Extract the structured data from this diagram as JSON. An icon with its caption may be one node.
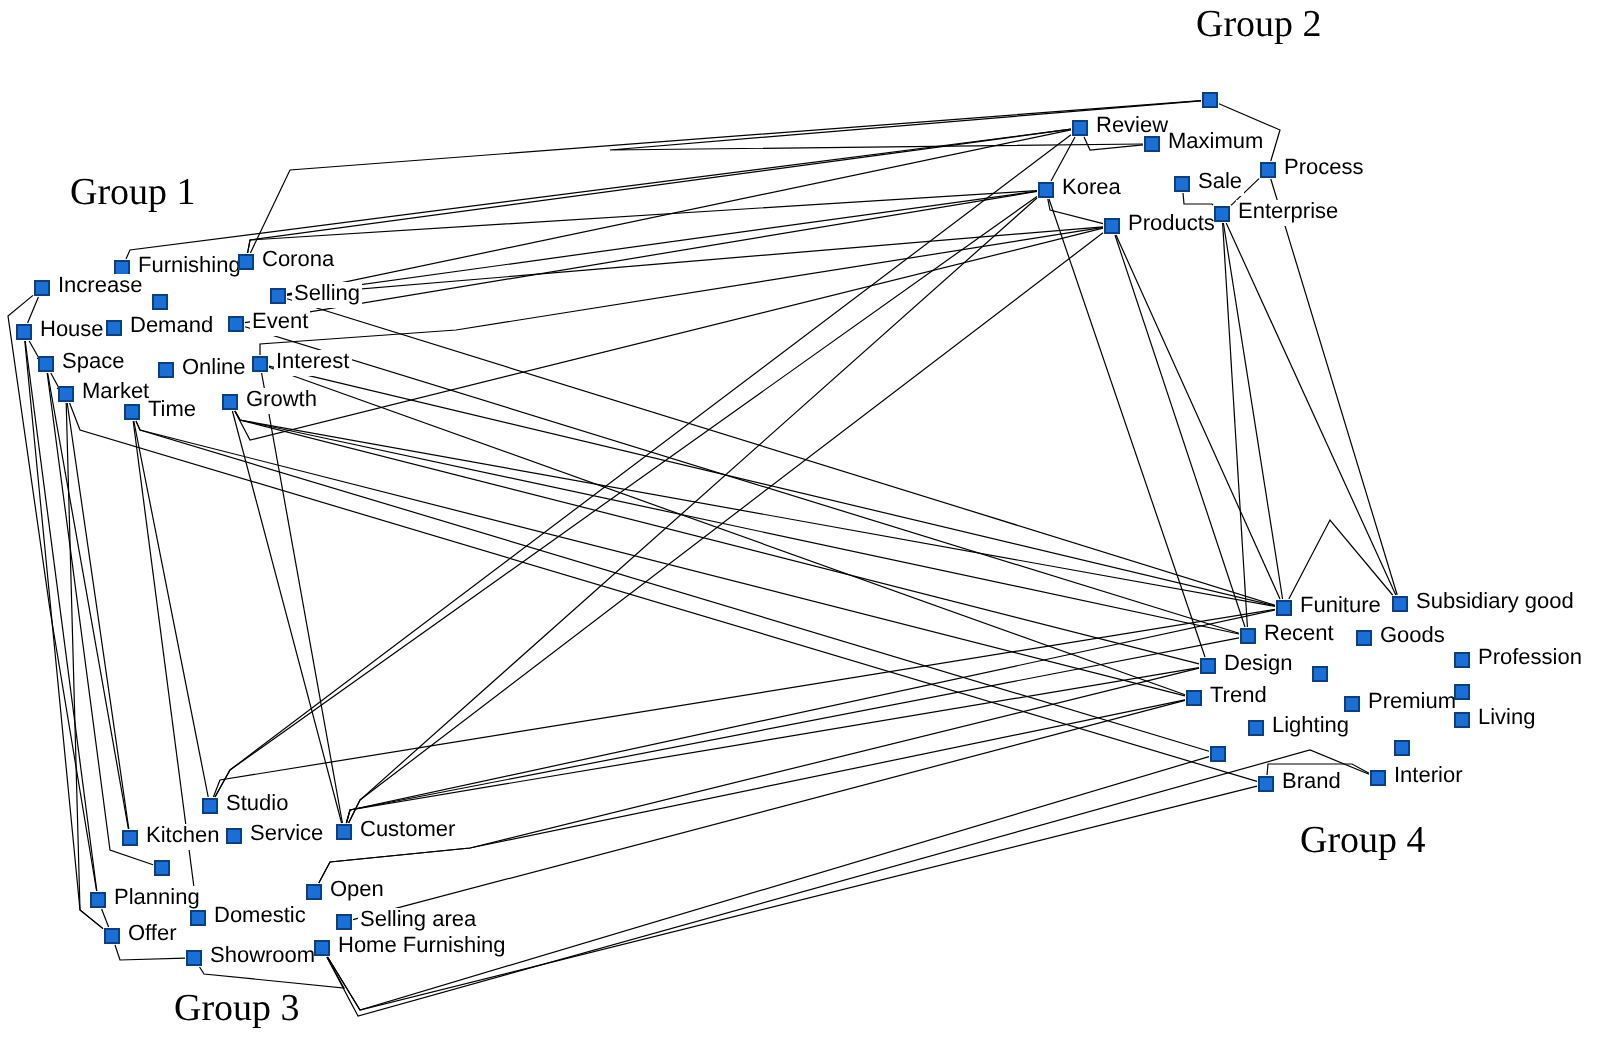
{
  "diagram": {
    "nodes": [
      {
        "text": [
          "Furnishing"
        ]
      },
      {
        "text": [
          "Corona"
        ]
      },
      {
        "text": [
          "Increase"
        ]
      },
      {
        "text": [],
        "shape": "box"
      },
      {
        "text": [
          "Selling"
        ]
      },
      {
        "text": [
          "House"
        ]
      },
      {
        "text": [
          "Demand"
        ]
      },
      {
        "text": [
          "Event"
        ]
      },
      {
        "text": [
          "Space"
        ]
      },
      {
        "text": [
          "Online"
        ]
      },
      {
        "text": [
          "Interest"
        ]
      },
      {
        "text": [
          "Market"
        ]
      },
      {
        "text": [
          "Time"
        ]
      },
      {
        "text": [
          "Growth"
        ]
      },
      {
        "text": [],
        "shape": "box"
      },
      {
        "text": [
          "Review"
        ]
      },
      {
        "text": [
          "Maximum"
        ]
      },
      {
        "text": [
          "Korea"
        ]
      },
      {
        "text": [
          "Sale"
        ]
      },
      {
        "text": [
          "Process"
        ]
      },
      {
        "text": [
          "Products"
        ]
      },
      {
        "text": [
          "Enterprise"
        ]
      },
      {
        "text": [
          "Funiture"
        ]
      },
      {
        "text": [
          "Subsidiary good"
        ]
      },
      {
        "text": [
          "Recent"
        ]
      },
      {
        "text": [
          "Goods"
        ]
      },
      {
        "text": [
          "Design"
        ]
      },
      {
        "text": [],
        "shape": "box"
      },
      {
        "text": [
          "Profession"
        ]
      },
      {
        "text": [
          "Trend"
        ]
      },
      {
        "text": [
          "Premium"
        ]
      },
      {
        "text": [],
        "shape": "box"
      },
      {
        "text": [
          "Lighting"
        ]
      },
      {
        "text": [
          "Living"
        ]
      },
      {
        "text": [],
        "shape": "box"
      },
      {
        "text": [],
        "shape": "box"
      },
      {
        "text": [
          "Brand"
        ]
      },
      {
        "text": [
          "Interior"
        ]
      },
      {
        "text": [
          "Studio"
        ]
      },
      {
        "text": [
          "Kitchen"
        ]
      },
      {
        "text": [
          "Service"
        ]
      },
      {
        "text": [
          "Customer"
        ]
      },
      {
        "text": [],
        "shape": "box"
      },
      {
        "text": [
          "Planning"
        ]
      },
      {
        "text": [
          "Open"
        ]
      },
      {
        "text": [
          "Domestic"
        ]
      },
      {
        "text": [
          "Selling area"
        ]
      },
      {
        "text": [
          "Offer"
        ]
      },
      {
        "text": [
          "Showroom"
        ]
      },
      {
        "text": [
          "Home Furnishing"
        ]
      }
    ],
    "edges": [
      {
        "from": 1,
        "to": 15,
        "arrow": "none"
      },
      {
        "from": 1,
        "to": 17,
        "arrow": "none"
      },
      {
        "from": 4,
        "to": 15,
        "arrow": "none"
      },
      {
        "from": 4,
        "to": 17,
        "arrow": "none"
      },
      {
        "from": 4,
        "to": 20,
        "arrow": "none"
      },
      {
        "from": 7,
        "to": 17,
        "arrow": "none"
      },
      {
        "from": 10,
        "to": 20,
        "arrow": "none"
      },
      {
        "from": 13,
        "to": 20,
        "arrow": "none"
      },
      {
        "from": 1,
        "to": 14,
        "arrow": "none"
      },
      {
        "from": 0,
        "to": 15,
        "arrow": "none"
      },
      {
        "from": 10,
        "to": 22,
        "arrow": "none"
      },
      {
        "from": 13,
        "to": 24,
        "arrow": "none"
      },
      {
        "from": 13,
        "to": 26,
        "arrow": "none"
      },
      {
        "from": 10,
        "to": 29,
        "arrow": "none"
      },
      {
        "from": 12,
        "to": 34,
        "arrow": "none"
      },
      {
        "from": 12,
        "to": 29,
        "arrow": "none"
      },
      {
        "from": 11,
        "to": 36,
        "arrow": "none"
      },
      {
        "from": 13,
        "to": 22,
        "arrow": "none"
      },
      {
        "from": 4,
        "to": 22,
        "arrow": "none"
      },
      {
        "from": 7,
        "to": 24,
        "arrow": "none"
      },
      {
        "from": 5,
        "to": 43,
        "arrow": "none"
      },
      {
        "from": 8,
        "to": 39,
        "arrow": "none"
      },
      {
        "from": 11,
        "to": 47,
        "arrow": "none"
      },
      {
        "from": 5,
        "to": 47,
        "arrow": "none"
      },
      {
        "from": 12,
        "to": 38,
        "arrow": "none"
      },
      {
        "from": 13,
        "to": 41,
        "arrow": "none"
      },
      {
        "from": 2,
        "to": 43,
        "arrow": "none"
      },
      {
        "from": 8,
        "to": 42,
        "arrow": "none"
      },
      {
        "from": 11,
        "to": 39,
        "arrow": "none"
      },
      {
        "from": 12,
        "to": 45,
        "arrow": "none"
      },
      {
        "from": 20,
        "to": 22,
        "arrow": "none"
      },
      {
        "from": 21,
        "to": 22,
        "arrow": "none"
      },
      {
        "from": 21,
        "to": 23,
        "arrow": "none"
      },
      {
        "from": 19,
        "to": 23,
        "arrow": "none"
      },
      {
        "from": 17,
        "to": 20,
        "arrow": "none"
      },
      {
        "from": 19,
        "to": 21,
        "arrow": "none"
      },
      {
        "from": 17,
        "to": 26,
        "arrow": "none"
      },
      {
        "from": 20,
        "to": 24,
        "arrow": "none"
      },
      {
        "from": 15,
        "to": 17,
        "arrow": "none"
      },
      {
        "from": 14,
        "to": 19,
        "arrow": "none"
      },
      {
        "from": 17,
        "to": 41,
        "arrow": "none"
      },
      {
        "from": 20,
        "to": 41,
        "arrow": "none"
      },
      {
        "from": 15,
        "to": 38,
        "arrow": "none"
      },
      {
        "from": 17,
        "to": 38,
        "arrow": "none"
      },
      {
        "from": 10,
        "to": 41,
        "arrow": "none"
      },
      {
        "from": 21,
        "to": 24,
        "arrow": "none"
      },
      {
        "from": 41,
        "to": 22,
        "arrow": "none"
      },
      {
        "from": 41,
        "to": 24,
        "arrow": "none"
      },
      {
        "from": 44,
        "to": 26,
        "arrow": "none"
      },
      {
        "from": 46,
        "to": 29,
        "arrow": "none"
      },
      {
        "from": 49,
        "to": 36,
        "arrow": "none"
      },
      {
        "from": 49,
        "to": 34,
        "arrow": "none"
      },
      {
        "from": 49,
        "to": 37,
        "arrow": "none"
      },
      {
        "from": 44,
        "to": 29,
        "arrow": "none"
      },
      {
        "from": 38,
        "to": 22,
        "arrow": "none"
      },
      {
        "from": 41,
        "to": 26,
        "arrow": "none"
      },
      {
        "from": 2,
        "to": 5,
        "arrow": "none"
      },
      {
        "from": 5,
        "to": 8,
        "arrow": "none"
      },
      {
        "from": 8,
        "to": 11,
        "arrow": "none"
      },
      {
        "from": 15,
        "to": 16,
        "arrow": "none"
      },
      {
        "from": 16,
        "to": 14,
        "arrow": "none"
      },
      {
        "from": 18,
        "to": 21,
        "arrow": "none"
      },
      {
        "from": 43,
        "to": 47,
        "arrow": "none"
      },
      {
        "from": 47,
        "to": 48,
        "arrow": "none"
      },
      {
        "from": 48,
        "to": 49,
        "arrow": "none"
      },
      {
        "from": 36,
        "to": 37,
        "arrow": "none"
      },
      {
        "from": 22,
        "to": 23,
        "arrow": "none"
      }
    ],
    "labels": [
      "Group 2",
      "Group 1",
      "Group 4",
      "Group 3"
    ]
  }
}
